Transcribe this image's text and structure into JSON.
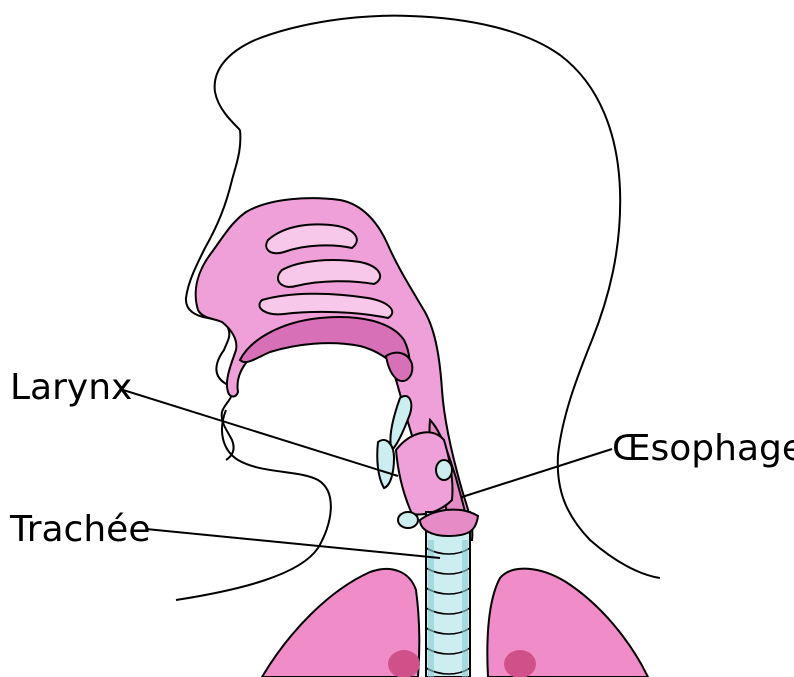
{
  "labels": {
    "larynx": "Larynx",
    "trachea": "Trachée",
    "esophagus": "Œsophage"
  },
  "colors": {
    "background": "#ffffff",
    "outline": "#000000",
    "tissue_pink": "#f0a0d8",
    "tissue_light": "#f8c8ea",
    "tissue_dark": "#d870b8",
    "lung_pink": "#f08cc8",
    "lung_dark": "#d0508a",
    "trachea_cyan": "#cdeef0",
    "trachea_cyan_dark": "#8ccfd4"
  }
}
